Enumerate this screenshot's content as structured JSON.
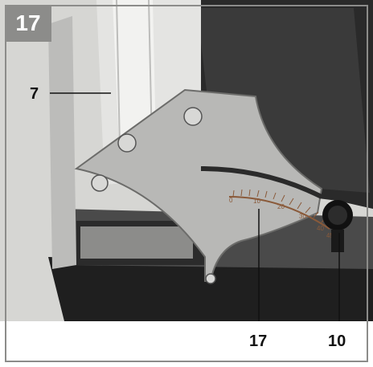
{
  "figure": {
    "number": "17",
    "callouts": [
      {
        "id": "7",
        "text": "7"
      },
      {
        "id": "17",
        "text": "17"
      },
      {
        "id": "10",
        "text": "10"
      }
    ],
    "scale_marks": [
      "0",
      "10",
      "20",
      "30",
      "40",
      "45"
    ]
  }
}
